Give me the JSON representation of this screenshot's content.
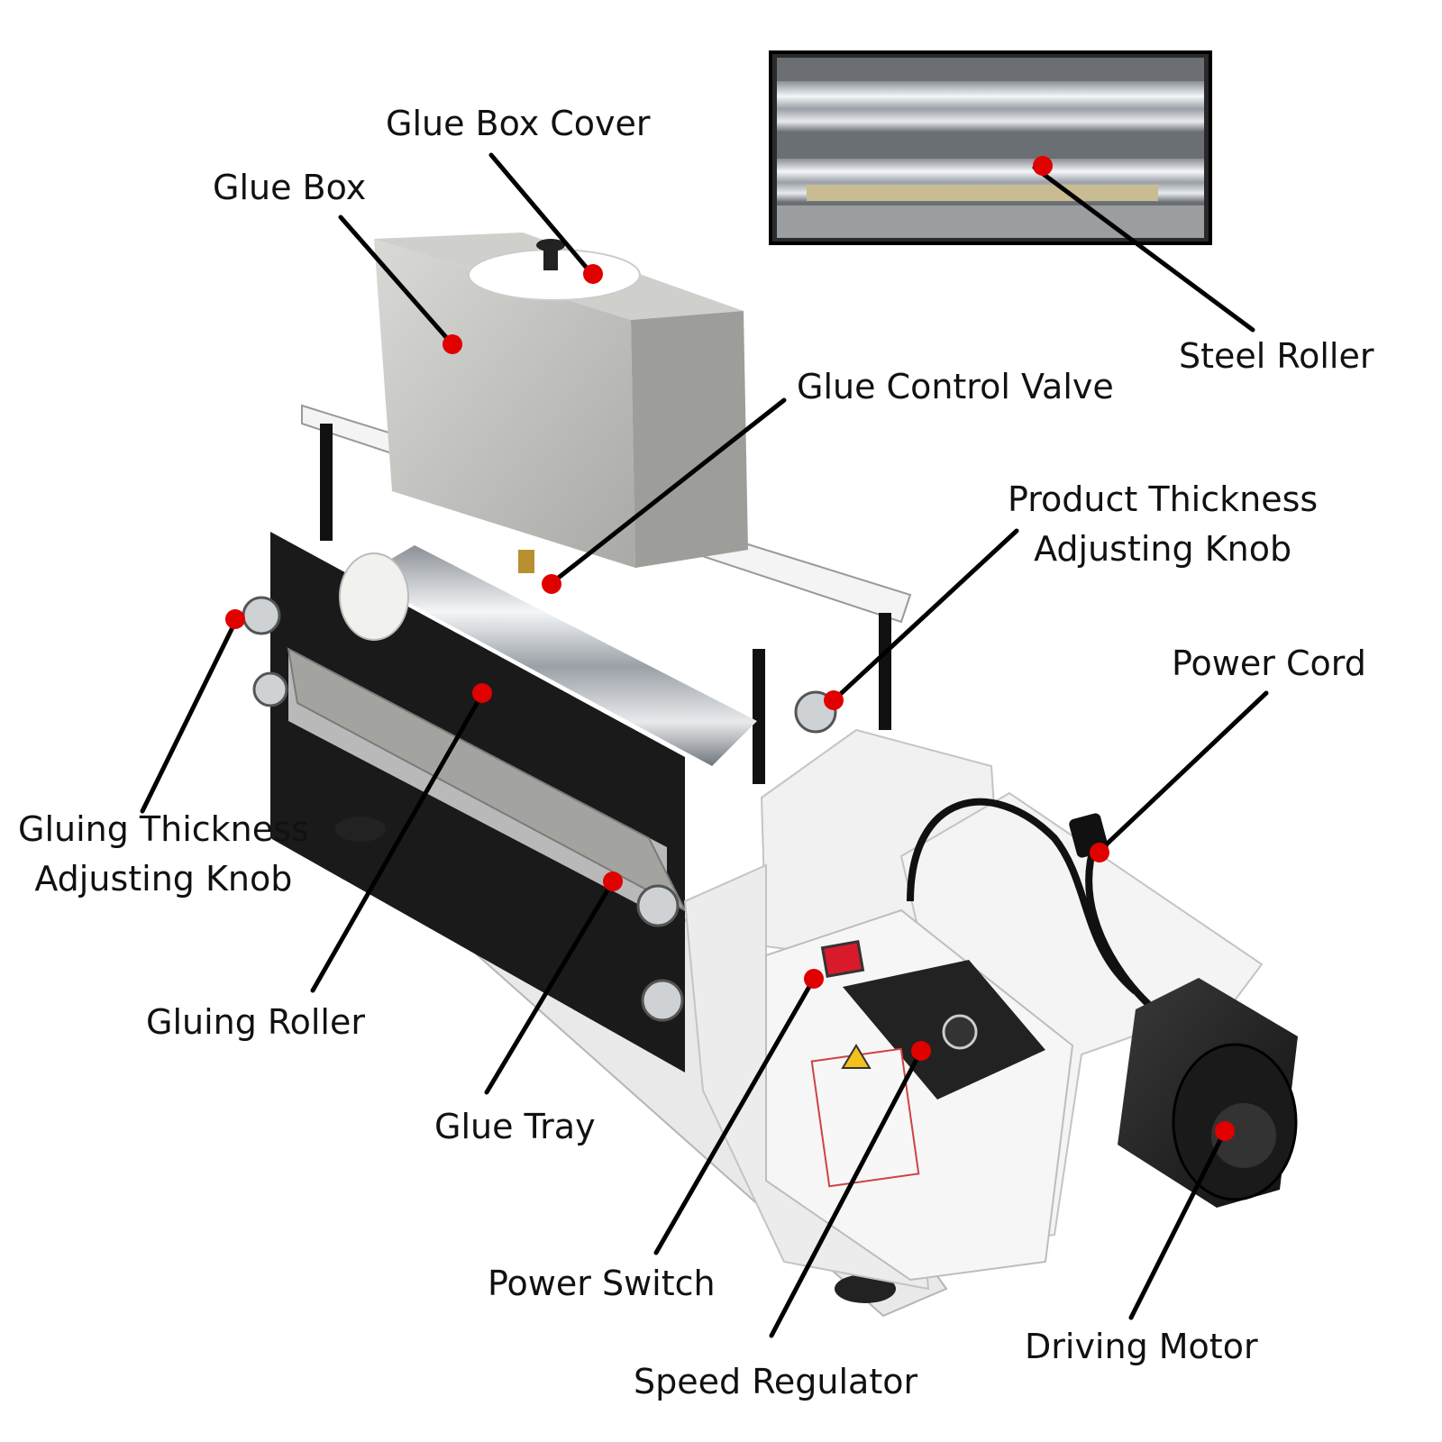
{
  "labels": {
    "glue_box_cover": "Glue Box Cover",
    "glue_box": "Glue Box",
    "steel_roller": "Steel Roller",
    "glue_control_valve": "Glue Control Valve",
    "product_thickness_knob": [
      "Product Thickness",
      "Adjusting Knob"
    ],
    "power_cord": "Power Cord",
    "gluing_thickness_knob": [
      "Gluing Thickness",
      "Adjusting Knob"
    ],
    "gluing_roller": "Gluing Roller",
    "glue_tray": "Glue Tray",
    "power_switch": "Power Switch",
    "speed_regulator": "Speed Regulator",
    "driving_motor": "Driving Motor"
  },
  "colors": {
    "marker": "#e00000",
    "leader": "#000000",
    "steel": "#c7c7c7",
    "body": "#f2f2f2",
    "frame": "#1a1a1a"
  }
}
